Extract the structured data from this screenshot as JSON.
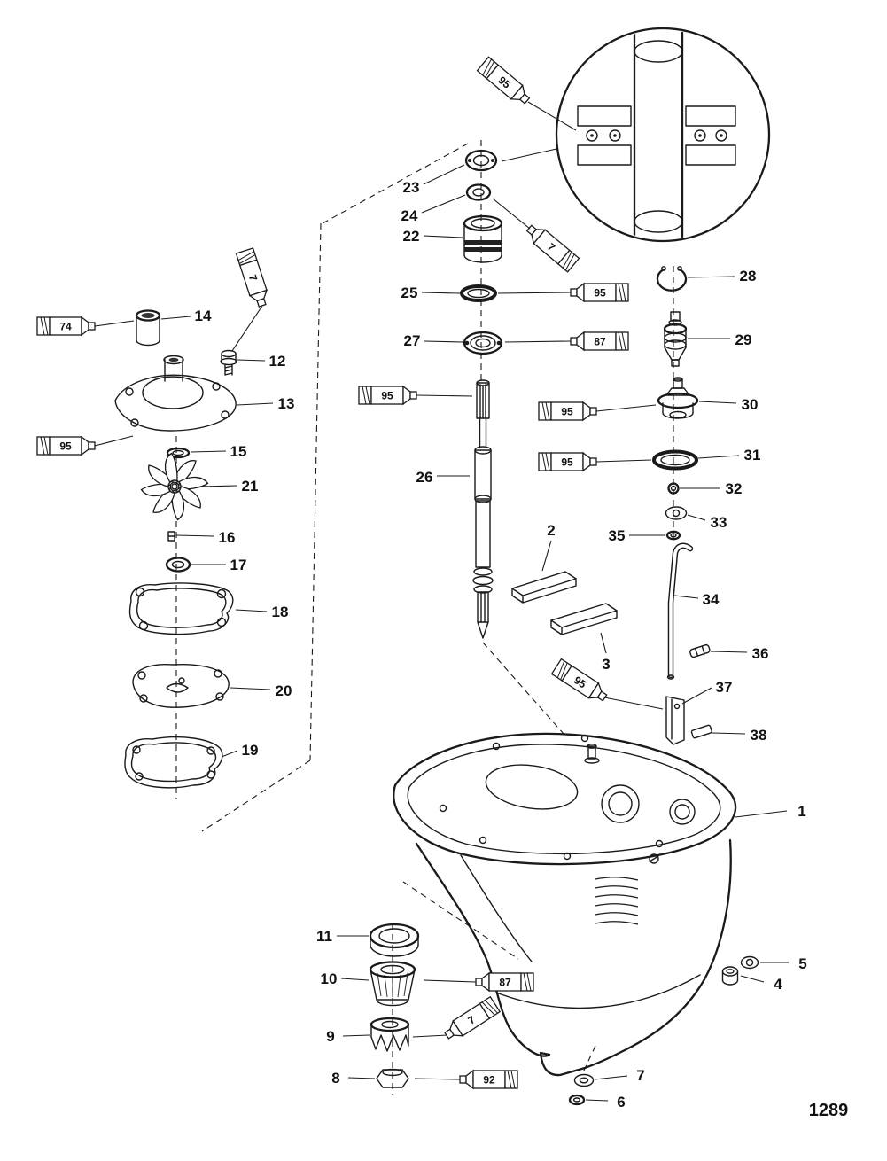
{
  "figure": {
    "page_number": "1289"
  },
  "callouts": [
    {
      "label": "1"
    },
    {
      "label": "2"
    },
    {
      "label": "3"
    },
    {
      "label": "4"
    },
    {
      "label": "5"
    },
    {
      "label": "6"
    },
    {
      "label": "7"
    },
    {
      "label": "8"
    },
    {
      "label": "9"
    },
    {
      "label": "10"
    },
    {
      "label": "11"
    },
    {
      "label": "12"
    },
    {
      "label": "13"
    },
    {
      "label": "14"
    },
    {
      "label": "15"
    },
    {
      "label": "16"
    },
    {
      "label": "17"
    },
    {
      "label": "18"
    },
    {
      "label": "19"
    },
    {
      "label": "20"
    },
    {
      "label": "21"
    },
    {
      "label": "22"
    },
    {
      "label": "23"
    },
    {
      "label": "24"
    },
    {
      "label": "25"
    },
    {
      "label": "26"
    },
    {
      "label": "27"
    },
    {
      "label": "28"
    },
    {
      "label": "29"
    },
    {
      "label": "30"
    },
    {
      "label": "31"
    },
    {
      "label": "32"
    },
    {
      "label": "33"
    },
    {
      "label": "34"
    },
    {
      "label": "35"
    },
    {
      "label": "36"
    },
    {
      "label": "37"
    },
    {
      "label": "38"
    }
  ],
  "tubes": [
    {
      "label": "95"
    },
    {
      "label": "7"
    },
    {
      "label": "95"
    },
    {
      "label": "87"
    },
    {
      "label": "95"
    },
    {
      "label": "95"
    },
    {
      "label": "95"
    },
    {
      "label": "95"
    },
    {
      "label": "74"
    },
    {
      "label": "7"
    },
    {
      "label": "95"
    },
    {
      "label": "87"
    },
    {
      "label": "7"
    },
    {
      "label": "92"
    }
  ]
}
